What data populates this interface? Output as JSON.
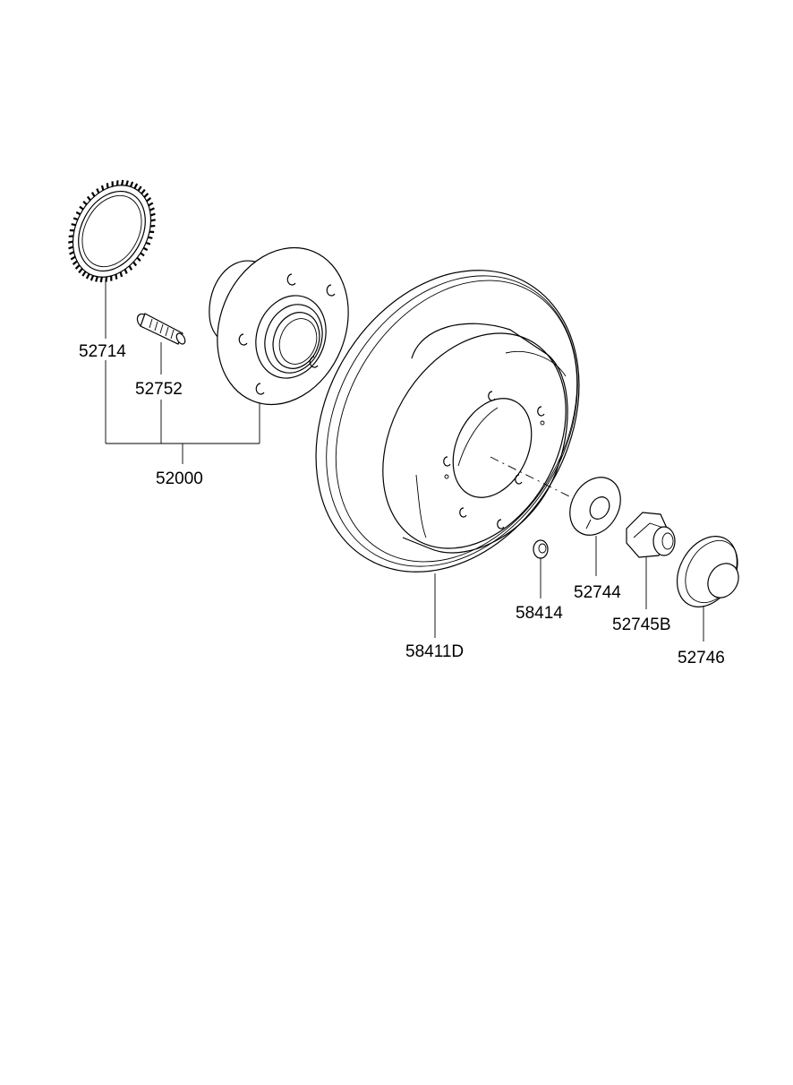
{
  "parts": {
    "abs_ring": "52714",
    "wheel_bolt": "52752",
    "hub_assembly": "52000",
    "brake_disc": "58411D",
    "screw": "58414",
    "washer": "52744",
    "hub_nut": "52745B",
    "hub_cap": "52746"
  }
}
